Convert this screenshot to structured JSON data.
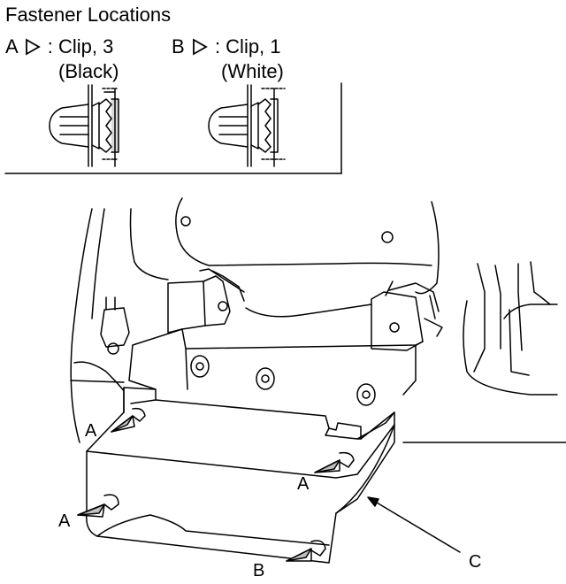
{
  "title": "Fastener Locations",
  "legend": [
    {
      "letter": "A",
      "desc": ": Clip, 3",
      "color": "(Black)"
    },
    {
      "letter": "B",
      "desc": ": Clip, 1",
      "color": "(White)"
    }
  ],
  "callouts": {
    "a1": "A",
    "a2": "A",
    "a3": "A",
    "b1": "B",
    "c1": "C"
  }
}
